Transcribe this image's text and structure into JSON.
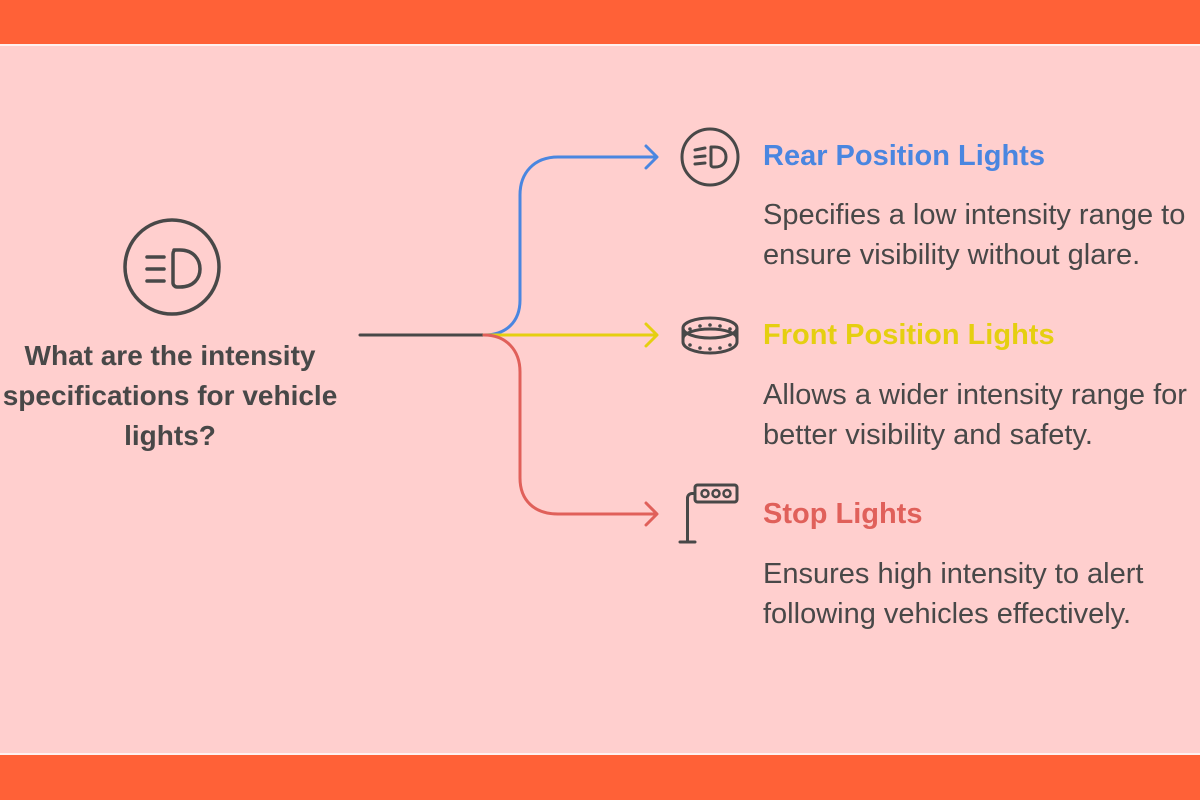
{
  "colors": {
    "banner": "#FF6137",
    "background": "#FFCFCE",
    "text": "#484848",
    "rear": "#4A86E0",
    "front": "#E5CF10",
    "stop": "#E0605A"
  },
  "center": {
    "icon": "headlight-icon",
    "question": "What are the intensity specifications for vehicle lights?"
  },
  "items": [
    {
      "icon": "low-beam-headlight-icon",
      "title": "Rear Position Lights",
      "description": "Specifies a low intensity range to ensure visibility without glare."
    },
    {
      "icon": "ring-light-icon",
      "title": "Front Position Lights",
      "description": "Allows a wider intensity range for better visibility and safety."
    },
    {
      "icon": "traffic-light-pole-icon",
      "title": "Stop Lights",
      "description": "Ensures high intensity to alert following vehicles effectively."
    }
  ]
}
